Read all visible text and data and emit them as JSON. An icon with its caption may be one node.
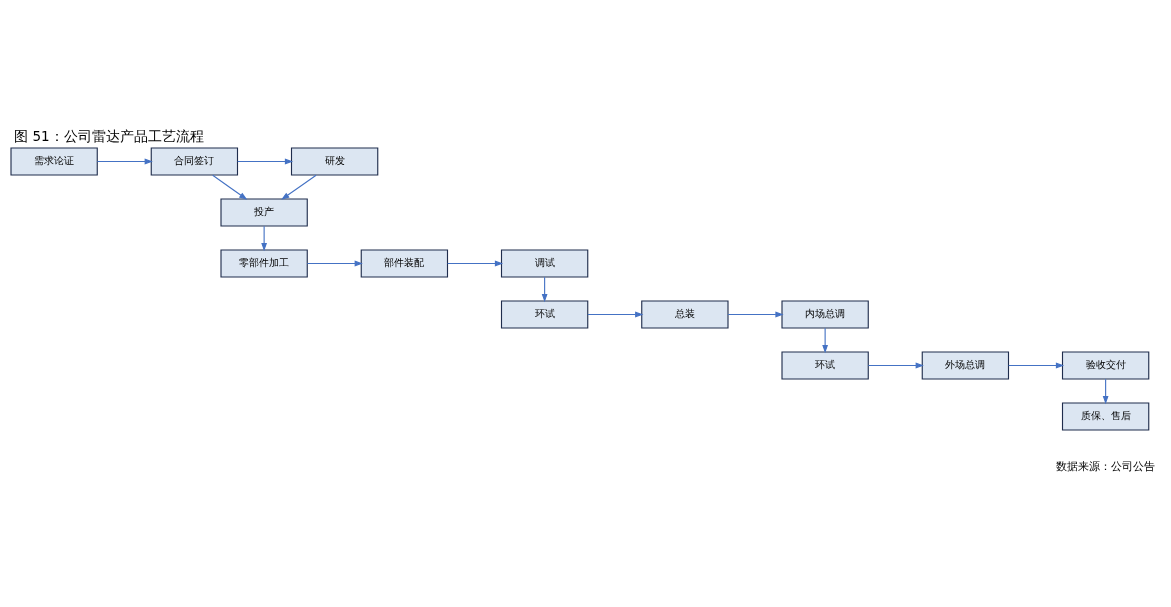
{
  "diagram": {
    "title": "图 51：公司雷达产品工艺流程",
    "caption": "数据来源：公司公告",
    "nodes": [
      {
        "text": [
          "需求论证"
        ]
      },
      {
        "text": [
          "合同签订"
        ]
      },
      {
        "text": [
          "研发"
        ]
      },
      {
        "text": [
          "投产"
        ]
      },
      {
        "text": [
          "零部件加工"
        ]
      },
      {
        "text": [
          "部件装配"
        ]
      },
      {
        "text": [
          "调试"
        ]
      },
      {
        "text": [
          "环试"
        ]
      },
      {
        "text": [
          "总装"
        ]
      },
      {
        "text": [
          "内场总调"
        ]
      },
      {
        "text": [
          "环试"
        ]
      },
      {
        "text": [
          "外场总调"
        ]
      },
      {
        "text": [
          "验收交付"
        ]
      },
      {
        "text": [
          "质保、售后"
        ]
      }
    ],
    "edges": [
      {
        "from": 0,
        "to": 1,
        "arrow": "to"
      },
      {
        "from": 1,
        "to": 2,
        "arrow": "to"
      },
      {
        "from": 1,
        "to": 3,
        "arrow": "to"
      },
      {
        "from": 2,
        "to": 3,
        "arrow": "to"
      },
      {
        "from": 3,
        "to": 4,
        "arrow": "to"
      },
      {
        "from": 4,
        "to": 5,
        "arrow": "to"
      },
      {
        "from": 5,
        "to": 6,
        "arrow": "to"
      },
      {
        "from": 6,
        "to": 7,
        "arrow": "to"
      },
      {
        "from": 7,
        "to": 8,
        "arrow": "to"
      },
      {
        "from": 8,
        "to": 9,
        "arrow": "to"
      },
      {
        "from": 9,
        "to": 10,
        "arrow": "to"
      },
      {
        "from": 10,
        "to": 11,
        "arrow": "to"
      },
      {
        "from": 11,
        "to": 12,
        "arrow": "to"
      },
      {
        "from": 12,
        "to": 13,
        "arrow": "to"
      }
    ]
  }
}
